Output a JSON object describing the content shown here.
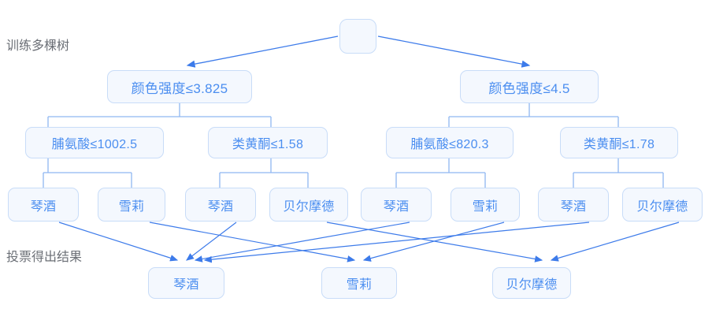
{
  "diagram": {
    "title_labels": {
      "top": "训练多棵树",
      "bottom": "投票得出结果"
    },
    "colors": {
      "node_fill": "#f4f8fe",
      "node_border": "#c8dcf8",
      "node_text": "#4b8ef0",
      "edge": "#3d7bea",
      "label_text": "#6b6f76",
      "background": "#ffffff"
    },
    "root": {
      "label": ""
    },
    "level1": [
      {
        "label": "颜色强度≤3.825"
      },
      {
        "label": "颜色强度≤4.5"
      }
    ],
    "level2": [
      {
        "label": "脯氨酸≤1002.5"
      },
      {
        "label": "类黄酮≤1.58"
      },
      {
        "label": "脯氨酸≤820.3"
      },
      {
        "label": "类黄酮≤1.78"
      }
    ],
    "leaves": [
      {
        "label": "琴酒"
      },
      {
        "label": "雪莉"
      },
      {
        "label": "琴酒"
      },
      {
        "label": "贝尔摩德"
      },
      {
        "label": "琴酒"
      },
      {
        "label": "雪莉"
      },
      {
        "label": "琴酒"
      },
      {
        "label": "贝尔摩德"
      }
    ],
    "results": [
      {
        "label": "琴酒"
      },
      {
        "label": "雪莉"
      },
      {
        "label": "贝尔摩德"
      }
    ]
  }
}
